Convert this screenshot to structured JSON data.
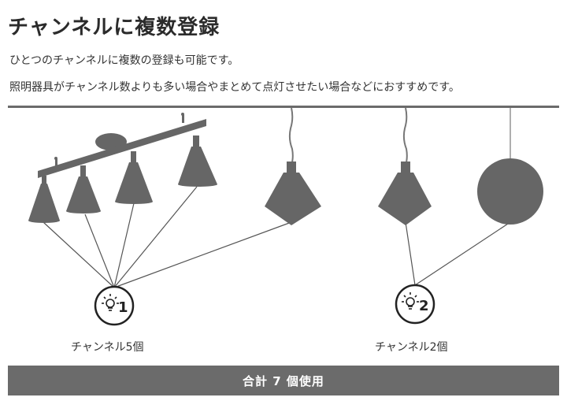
{
  "header": {
    "title": "チャンネルに複数登録",
    "line1": "ひとつのチャンネルに複数の登録も可能です。",
    "line2": "照明器具がチャンネル数よりも多い場合やまとめて点灯させたい場合などにおすすめです。"
  },
  "channels": [
    {
      "badge_number": "1",
      "label": "チャンネル5個"
    },
    {
      "badge_number": "2",
      "label": "チャンネル2個"
    }
  ],
  "footer": {
    "label": "合計 7 個使用"
  },
  "colors": {
    "accent": "#6b6b6b",
    "fixture": "#666666"
  }
}
